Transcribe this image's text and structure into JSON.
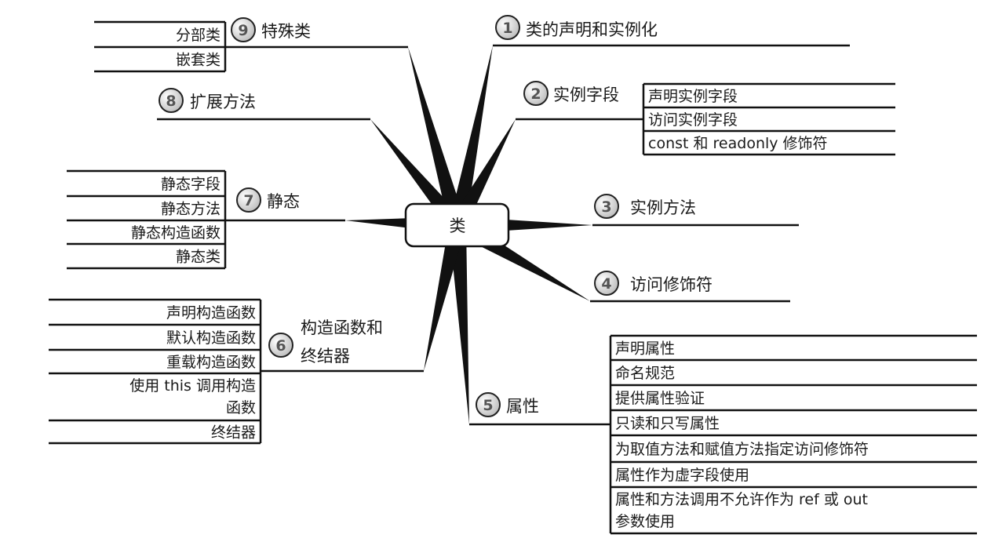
{
  "center": {
    "label": "类"
  },
  "branches": [
    {
      "num": "1",
      "label": [
        "类的声明和实例化"
      ],
      "children": []
    },
    {
      "num": "2",
      "label": [
        "实例字段"
      ],
      "children": [
        [
          "声明实例字段"
        ],
        [
          "访问实例字段"
        ],
        [
          "const 和 readonly 修饰符"
        ]
      ]
    },
    {
      "num": "3",
      "label": [
        "实例方法"
      ],
      "children": []
    },
    {
      "num": "4",
      "label": [
        "访问修饰符"
      ],
      "children": []
    },
    {
      "num": "5",
      "label": [
        "属性"
      ],
      "children": [
        [
          "声明属性"
        ],
        [
          "命名规范"
        ],
        [
          "提供属性验证"
        ],
        [
          "只读和只写属性"
        ],
        [
          "为取值方法和赋值方法指定访问修饰符"
        ],
        [
          "属性作为虚字段使用"
        ],
        [
          "属性和方法调用不允许作为 ref 或 out",
          "参数使用"
        ]
      ]
    },
    {
      "num": "6",
      "label": [
        "构造函数和",
        "终结器"
      ],
      "children": [
        [
          "声明构造函数"
        ],
        [
          "默认构造函数"
        ],
        [
          "重载构造函数"
        ],
        [
          "使用 this 调用构造",
          "函数"
        ],
        [
          "终结器"
        ]
      ]
    },
    {
      "num": "7",
      "label": [
        "静态"
      ],
      "children": [
        [
          "静态字段"
        ],
        [
          "静态方法"
        ],
        [
          "静态构造函数"
        ],
        [
          "静态类"
        ]
      ]
    },
    {
      "num": "8",
      "label": [
        "扩展方法"
      ],
      "children": []
    },
    {
      "num": "9",
      "label": [
        "特殊类"
      ],
      "children": [
        [
          "分部类"
        ],
        [
          "嵌套类"
        ]
      ]
    }
  ],
  "colors": {
    "line": "#111111",
    "circle_fill": "#d8d8d8",
    "number": "#555555"
  }
}
